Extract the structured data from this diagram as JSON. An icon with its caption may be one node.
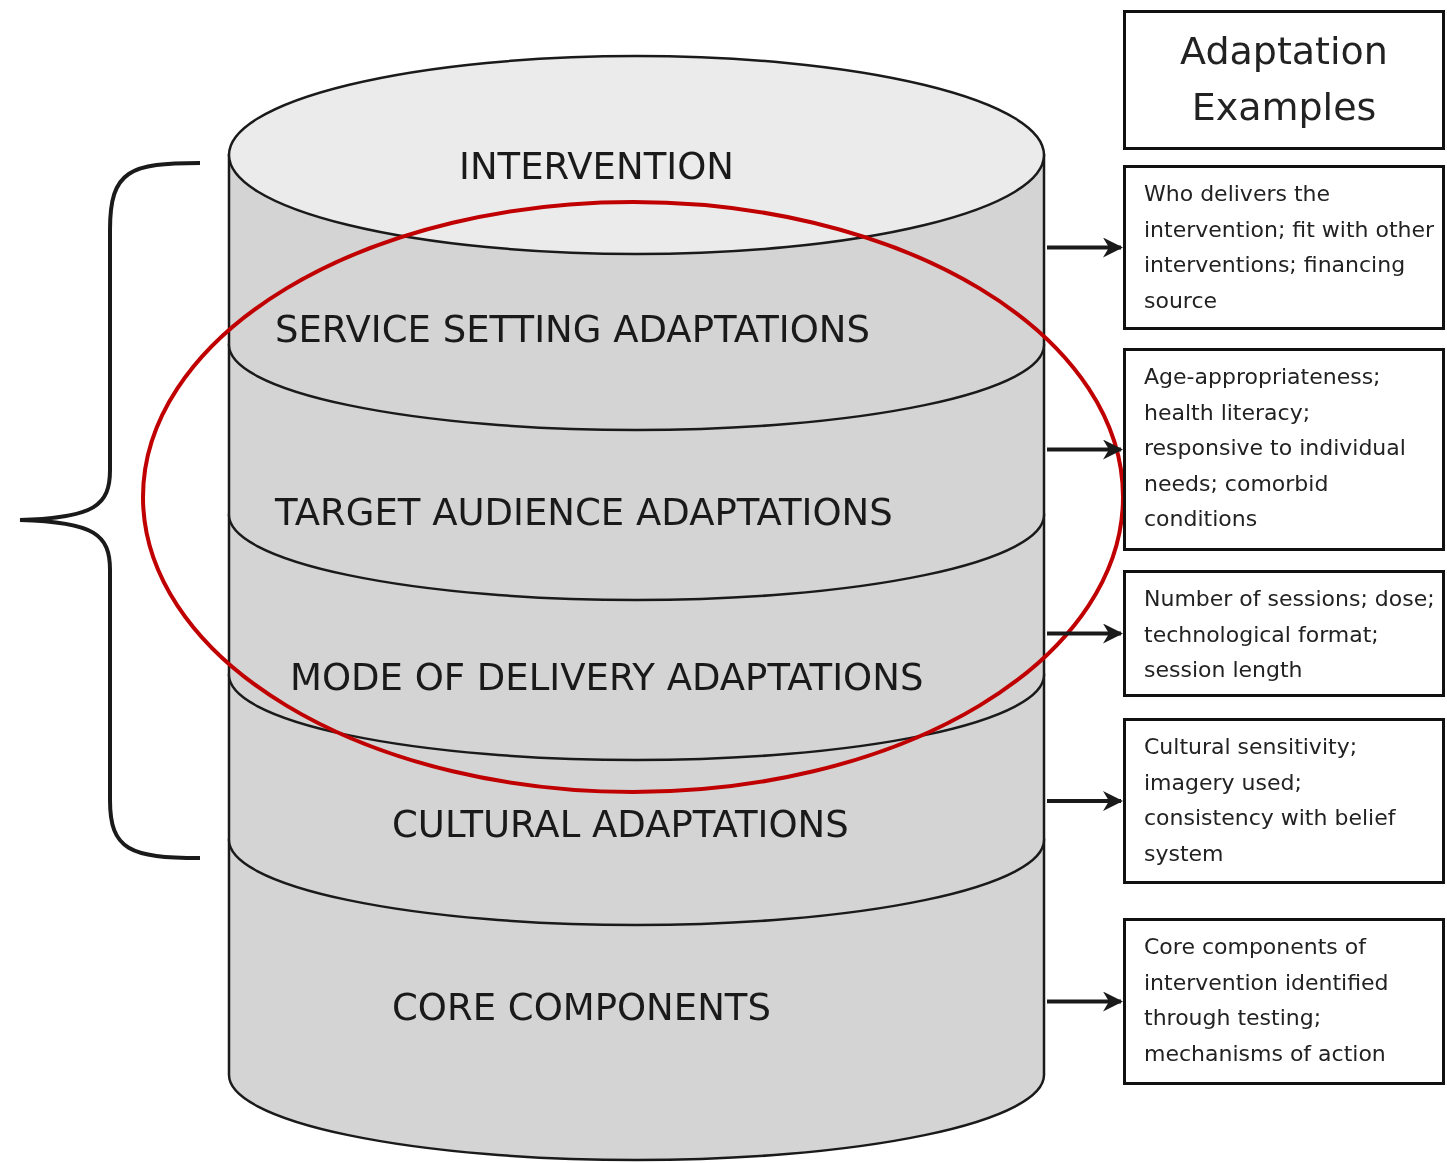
{
  "diagram": {
    "nodes": [
      {
        "text": [
          "INTERVENTION"
        ]
      },
      {
        "text": [
          "SERVICE SETTING ADAPTATIONS"
        ]
      },
      {
        "text": [
          "TARGET AUDIENCE ADAPTATIONS"
        ]
      },
      {
        "text": [
          "MODE OF DELIVERY ADAPTATIONS"
        ]
      },
      {
        "text": [
          "CULTURAL ADAPTATIONS"
        ]
      },
      {
        "text": [
          "CORE COMPONENTS"
        ]
      },
      {
        "text": [
          "Adaptation Examples"
        ]
      },
      {
        "text": [
          "Who delivers the intervention; fit with other interventions; financing source"
        ]
      },
      {
        "text": [
          "Age-appropriateness; health literacy; responsive to individual needs; comorbid conditions"
        ]
      },
      {
        "text": [
          "Number of sessions; dose; technological format; session length"
        ]
      },
      {
        "text": [
          "Cultural sensitivity; imagery used; consistency with belief system"
        ]
      },
      {
        "text": [
          "Core components of intervention identified through testing; mechanisms of action"
        ]
      }
    ],
    "edges": [
      {
        "from": 1,
        "to": 7,
        "arrow": "to"
      },
      {
        "from": 2,
        "to": 8,
        "arrow": "to"
      },
      {
        "from": 3,
        "to": 9,
        "arrow": "to"
      },
      {
        "from": 4,
        "to": 10,
        "arrow": "to"
      },
      {
        "from": 5,
        "to": 11,
        "arrow": "to"
      }
    ]
  }
}
